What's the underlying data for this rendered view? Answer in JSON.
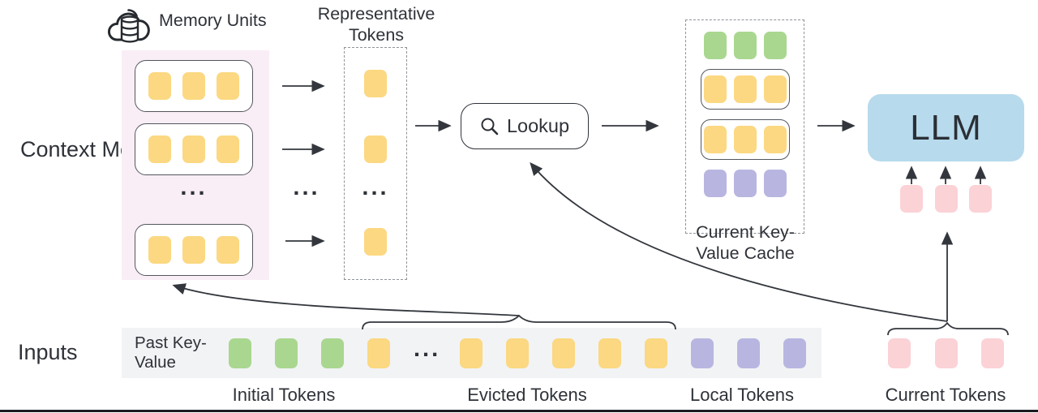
{
  "colors": {
    "yellow": "#FBD881",
    "green": "#A9D78F",
    "purple": "#B8B6E0",
    "pink": "#FBD2D6",
    "blue": "#B7DAEC",
    "memory_bg": "#F9EEF6",
    "strip_bg": "#F2F3F5",
    "ink": "#2E3238",
    "line": "#33373D",
    "dash": "#909398"
  },
  "context_memory": {
    "label": "Context Memory",
    "memory_units_label": "Memory Units",
    "ellipsis": "..."
  },
  "representative": {
    "label": "Representative Tokens",
    "ellipsis": "..."
  },
  "between_ellipsis": "...",
  "lookup": {
    "label": "Lookup"
  },
  "kv_cache": {
    "label": "Current Key-Value Cache"
  },
  "llm": {
    "label": "LLM"
  },
  "inputs": {
    "label": "Inputs",
    "past_key_value": "Past Key-Value",
    "initial": "Initial Tokens",
    "evicted": "Evicted Tokens",
    "local": "Local Tokens",
    "current": "Current Tokens"
  },
  "tokens": {
    "memory_row": [
      "yellow",
      "yellow",
      "yellow"
    ],
    "representative_item": [
      "yellow"
    ],
    "kv_initial": [
      "green",
      "green",
      "green"
    ],
    "kv_memory": [
      "yellow",
      "yellow",
      "yellow"
    ],
    "kv_local": [
      "purple",
      "purple",
      "purple"
    ],
    "llm_inputs": [
      "pink",
      "pink",
      "pink"
    ],
    "past_sequence": [
      "green",
      "green",
      "green",
      "yellow",
      "...",
      "yellow",
      "yellow",
      "yellow",
      "yellow",
      "yellow",
      "purple",
      "purple",
      "purple"
    ],
    "current": [
      "pink",
      "pink",
      "pink"
    ]
  }
}
